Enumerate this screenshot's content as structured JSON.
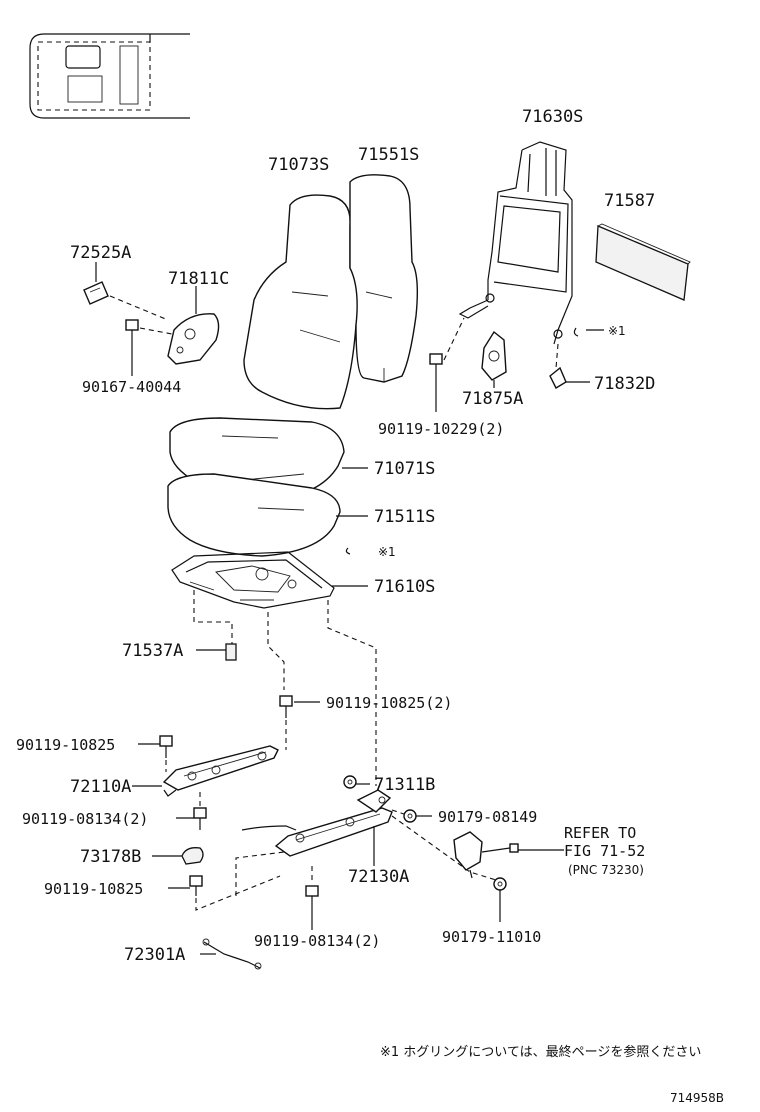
{
  "labels": {
    "p71630S": "71630S",
    "p71073S": "71073S",
    "p71551S": "71551S",
    "p71587": "71587",
    "p72525A": "72525A",
    "p71811C": "71811C",
    "p90167": "90167-40044",
    "p71875A": "71875A",
    "p71832D": "71832D",
    "p90119_10229": "90119-10229(2)",
    "p71071S": "71071S",
    "p71511S": "71511S",
    "p71610S": "71610S",
    "p71537A": "71537A",
    "p90119_10825_2": "90119-10825(2)",
    "p90119_10825_a": "90119-10825",
    "p72110A": "72110A",
    "p71311B": "71311B",
    "p90119_08134_a": "90119-08134(2)",
    "p90179_08149": "90179-08149",
    "p73178B": "73178B",
    "p90119_10825_b": "90119-10825",
    "p72130A": "72130A",
    "p90119_08134_b": "90119-08134(2)",
    "p90179_11010": "90179-11010",
    "p72301A": "72301A",
    "refer_line1": "REFER TO",
    "refer_line2": "FIG 71-52",
    "refer_line3": "(PNC 73230)",
    "mark1": "※1",
    "mark2": "※1"
  },
  "footnote": "※1  ホグリングについては、最終ページを参照ください",
  "figure_id": "714958B"
}
